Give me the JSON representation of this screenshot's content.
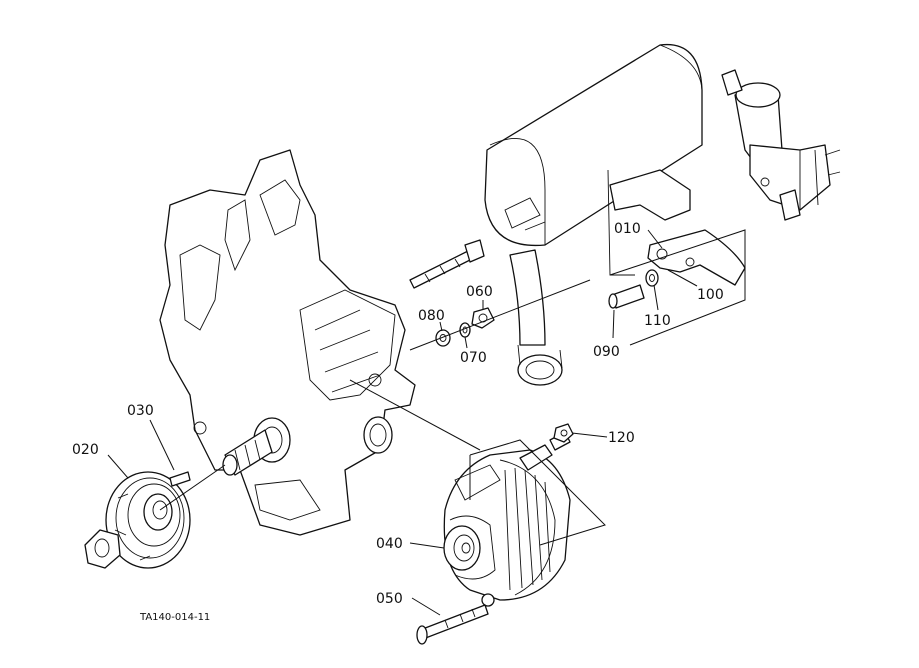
{
  "diagram": {
    "caption": "TA140-014-11",
    "labels": {
      "p010": "010",
      "p020": "020",
      "p030": "030",
      "p040": "040",
      "p050": "050",
      "p060": "060",
      "p070": "070",
      "p080": "080",
      "p090": "090",
      "p100": "100",
      "p110": "110",
      "p120": "120"
    }
  }
}
